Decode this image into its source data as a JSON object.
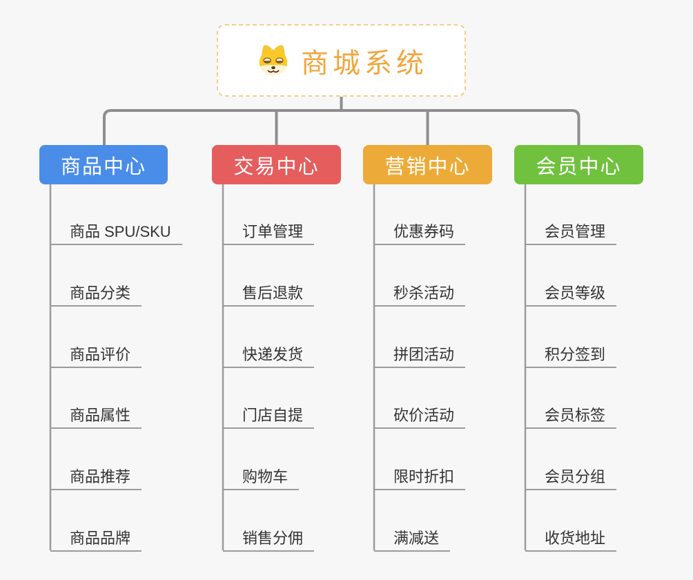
{
  "root": {
    "title": "商城系统",
    "icon": "dog-face-icon",
    "text_color": "#f0a73e",
    "border_color": "#f3cd8e"
  },
  "colors": {
    "background": "#f7f7f7",
    "connector": "#8e8e8e",
    "leaf_line": "#9b9b9b",
    "leaf_text": "#333333"
  },
  "branches": [
    {
      "label": "商品中心",
      "color": "#4a8de8",
      "items": [
        "商品 SPU/SKU",
        "商品分类",
        "商品评价",
        "商品属性",
        "商品推荐",
        "商品品牌"
      ]
    },
    {
      "label": "交易中心",
      "color": "#e65d5d",
      "items": [
        "订单管理",
        "售后退款",
        "快递发货",
        "门店自提",
        "购物车",
        "销售分佣"
      ]
    },
    {
      "label": "营销中心",
      "color": "#ecab38",
      "items": [
        "优惠券码",
        "秒杀活动",
        "拼团活动",
        "砍价活动",
        "限时折扣",
        "满减送"
      ]
    },
    {
      "label": "会员中心",
      "color": "#70c13e",
      "items": [
        "会员管理",
        "会员等级",
        "积分签到",
        "会员标签",
        "会员分组",
        "收货地址"
      ]
    }
  ]
}
